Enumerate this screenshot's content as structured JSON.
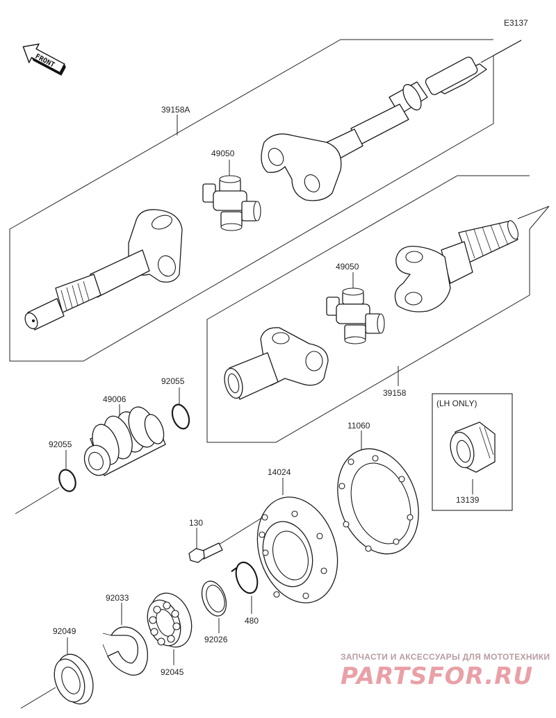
{
  "diagram_code": "E3137",
  "front_label": "FRONT",
  "lh_only_label": "(LH ONLY)",
  "parts": {
    "p39158A": "39158A",
    "p49050_upper": "49050",
    "p49050_lower": "49050",
    "p39158": "39158",
    "p92055_right": "92055",
    "p49006": "49006",
    "p92055_left": "92055",
    "p11060": "11060",
    "p13139": "13139",
    "p14024": "14024",
    "p130": "130",
    "p480": "480",
    "p92033": "92033",
    "p92026": "92026",
    "p92049": "92049",
    "p92045": "92045"
  },
  "watermark": {
    "caption": "ЗАПЧАСТИ И АКСЕССУАРЫ ДЛЯ МОТОТЕХНИКИ",
    "logo": "PARTSFOR.RU"
  }
}
